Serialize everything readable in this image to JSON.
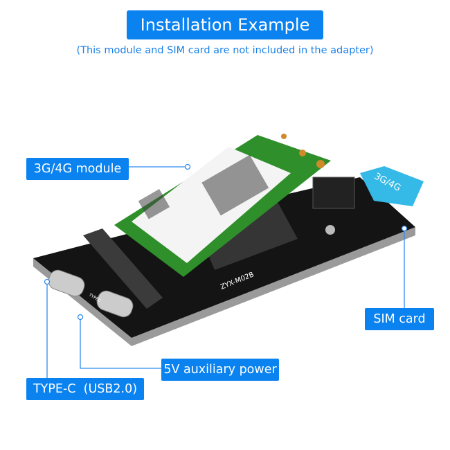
{
  "header": {
    "title": "Installation Example",
    "subtitle": "(This module and SIM card are not included in the adapter)"
  },
  "callouts": {
    "module": "3G/4G module",
    "sim_card": "SIM card",
    "aux_power": "5V auxiliary power",
    "typec": "TYPE-C  (USB2.0)"
  },
  "product": {
    "board_marking": "ZYX-M02B",
    "sim_marking": "3G/4G",
    "port_marking": "TYPEC"
  },
  "colors": {
    "accent": "#0a82f0",
    "board": "#141414",
    "module_pcb": "#2f8f2a",
    "sim": "#35b9e6"
  }
}
